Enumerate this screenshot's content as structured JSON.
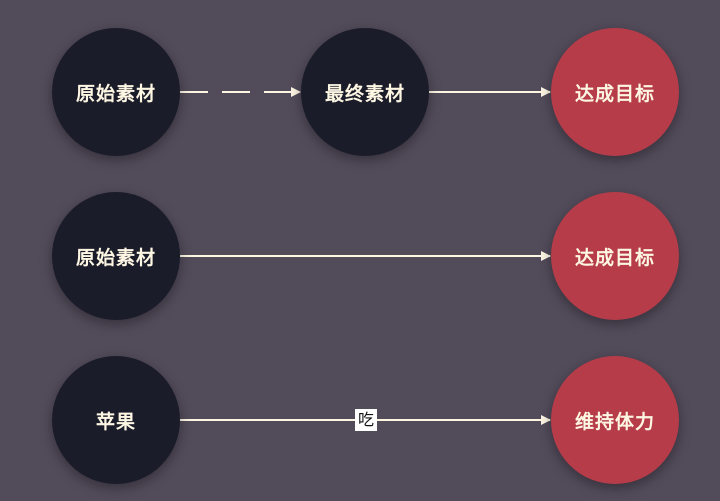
{
  "colors": {
    "background": "#524b5a",
    "source_node": "#1b1c2a",
    "target_node": "#b53c48",
    "arrow": "#fdf6e3"
  },
  "rows": [
    {
      "nodes": [
        "原始素材",
        "最终素材",
        "达成目标"
      ],
      "edges": [
        {
          "from": "原始素材",
          "to": "最终素材",
          "style": "dashed"
        },
        {
          "from": "最终素材",
          "to": "达成目标",
          "style": "solid"
        }
      ]
    },
    {
      "nodes": [
        "原始素材",
        "达成目标"
      ],
      "edges": [
        {
          "from": "原始素材",
          "to": "达成目标",
          "style": "solid"
        }
      ]
    },
    {
      "nodes": [
        "苹果",
        "维持体力"
      ],
      "edges": [
        {
          "from": "苹果",
          "to": "维持体力",
          "style": "solid",
          "label": "吃"
        }
      ]
    }
  ]
}
